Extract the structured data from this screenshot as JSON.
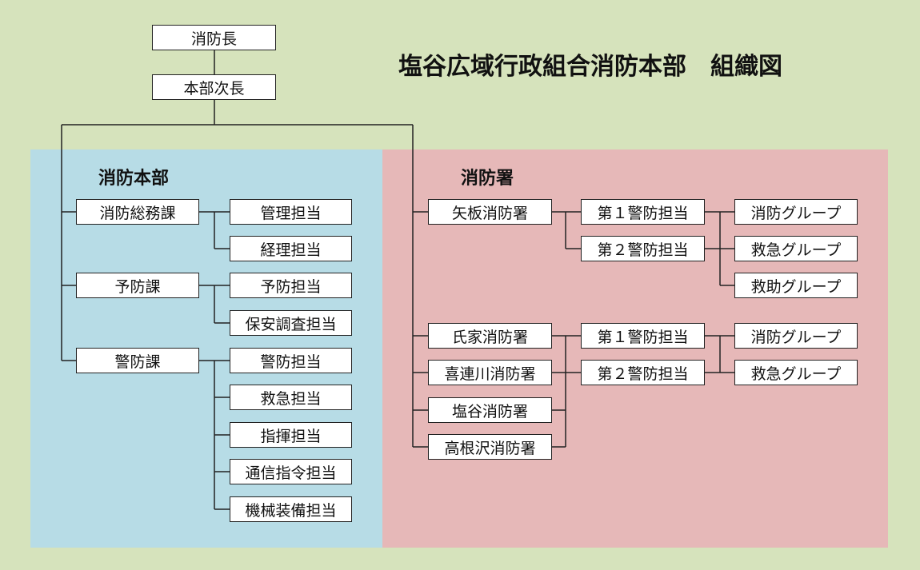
{
  "title": "塩谷広域行政組合消防本部　組織図",
  "top": {
    "chief": "消防長",
    "deputy": "本部次長"
  },
  "headquarters": {
    "label": "消防本部",
    "divisions": [
      {
        "name": "消防総務課",
        "units": [
          "管理担当",
          "経理担当"
        ]
      },
      {
        "name": "予防課",
        "units": [
          "予防担当",
          "保安調査担当"
        ]
      },
      {
        "name": "警防課",
        "units": [
          "警防担当",
          "救急担当",
          "指揮担当",
          "通信指令担当",
          "機械装備担当"
        ]
      }
    ]
  },
  "stations": {
    "label": "消防署",
    "yaita": {
      "name": "矢板消防署",
      "sections": [
        "第１警防担当",
        "第２警防担当"
      ],
      "groups": [
        "消防グループ",
        "救急グループ",
        "救助グループ"
      ]
    },
    "others": {
      "names": [
        "氏家消防署",
        "喜連川消防署",
        "塩谷消防署",
        "高根沢消防署"
      ],
      "sections": [
        "第１警防担当",
        "第２警防担当"
      ],
      "groups": [
        "消防グループ",
        "救急グループ"
      ]
    }
  }
}
